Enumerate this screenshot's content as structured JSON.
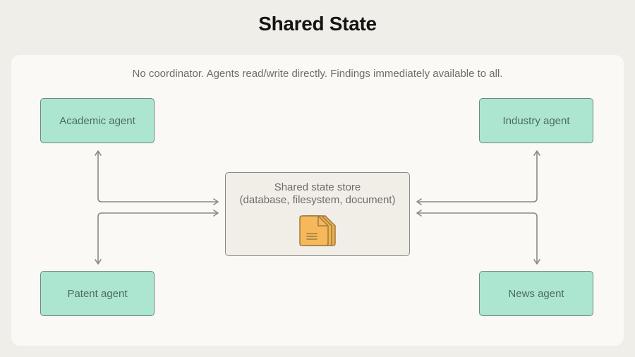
{
  "title": "Shared State",
  "subtitle": "No coordinator. Agents read/write directly. Findings immediately available to all.",
  "agents": [
    {
      "label": "Academic agent",
      "position": "top-left"
    },
    {
      "label": "Industry agent",
      "position": "top-right"
    },
    {
      "label": "Patent agent",
      "position": "bottom-left"
    },
    {
      "label": "News agent",
      "position": "bottom-right"
    }
  ],
  "store": {
    "label": "Shared state store",
    "sublabel": "(database, filesystem, document)",
    "icon": "document-stack-icon"
  },
  "colors": {
    "background": "#F0EEE9",
    "panel": "#FAF9F6",
    "agent_fill": "#ACE6D1",
    "agent_border": "#6D8A7F",
    "store_fill": "#F1EEE8",
    "connector": "#8C8A86",
    "doc_fill": "#F6B85A",
    "doc_stroke": "#9B7A3F"
  }
}
